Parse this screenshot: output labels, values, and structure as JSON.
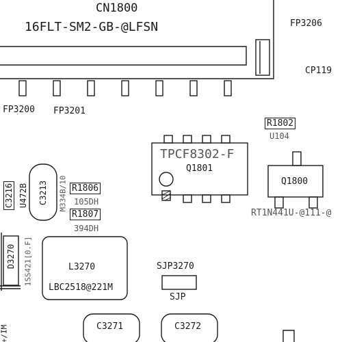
{
  "colors": {
    "ink": "#1a1a1a",
    "light_ink": "#555555",
    "background": "#ffffff"
  },
  "connector": {
    "ref": "CN1800",
    "part": "16FLT-SM2-GB-@LFSN",
    "pads": [
      "FP3200",
      "FP3201"
    ]
  },
  "fp3206": "FP3206",
  "cp119": "CP119",
  "r1802": {
    "ref": "R1802",
    "value": "U104"
  },
  "q1801": {
    "part": "TPCF8302-F",
    "ref": "Q1801"
  },
  "q1800": {
    "ref": "Q1800",
    "part": "RT1N441U-@111-@"
  },
  "c3216": {
    "ref": "C3216",
    "value": "U472B"
  },
  "c3213": {
    "ref": "C3213",
    "value": "M334B/10"
  },
  "r1806": {
    "ref": "R1806",
    "value": "105DH"
  },
  "r1807": {
    "ref": "R1807",
    "value": "394DH"
  },
  "d3270": {
    "ref": "D3270",
    "part": "1SS421[0.F]"
  },
  "l3270": {
    "ref": "L3270",
    "part": "LBC2518@221M"
  },
  "sjp3270": {
    "ref": "SJP3270",
    "value": "SJP"
  },
  "c3271": {
    "ref": "C3271"
  },
  "c3272": {
    "ref": "C3272"
  },
  "edge_text": "+/IM"
}
